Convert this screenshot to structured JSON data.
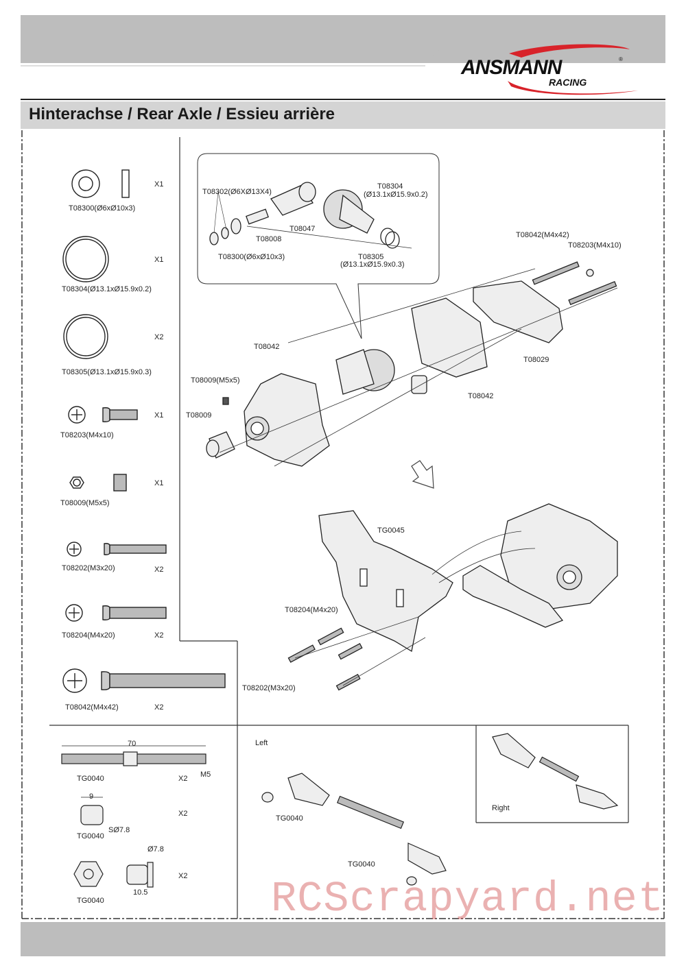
{
  "header": {
    "brand": "ANSMANN",
    "brand_sub": "RACING",
    "registered": "®",
    "title": "Hinterachse / Rear Axle / Essieu arrière"
  },
  "parts": [
    {
      "code": "T08300(Ø6xØ10x3)",
      "qty": "X1"
    },
    {
      "code": "T08304(Ø13.1xØ15.9x0.2)",
      "qty": "X1"
    },
    {
      "code": "T08305(Ø13.1xØ15.9x0.3)",
      "qty": "X2"
    },
    {
      "code": "T08203(M4x10)",
      "qty": "X1"
    },
    {
      "code": "T08009(M5x5)",
      "qty": "X1"
    },
    {
      "code": "T08202(M3x20)",
      "qty": "X2"
    },
    {
      "code": "T08204(M4x20)",
      "qty": "X2"
    },
    {
      "code": "T08042(M4x42)",
      "qty": "X2"
    }
  ],
  "inset": {
    "t08302": "T08302(Ø6XØ13X4)",
    "t08304_code": "T08304",
    "t08304_dim": "(Ø13.1xØ15.9x0.2)",
    "t08047": "T08047",
    "t08008": "T08008",
    "t08300": "T08300(Ø6xØ10x3)",
    "t08305_code": "T08305",
    "t08305_dim": "(Ø13.1xØ15.9x0.3)"
  },
  "main": {
    "t08042_m4x42": "T08042(M4x42)",
    "t08203_m4x10": "T08203(M4x10)",
    "t08042_a": "T08042",
    "t08029": "T08029",
    "t08042_b": "T08042",
    "t08009_m5x5": "T08009(M5x5)",
    "t08009": "T08009",
    "tg0045": "TG0045",
    "t08204_m4x20": "T08204(M4x20)",
    "t08202_m3x20": "T08202(M3x20)"
  },
  "turnbuckle": {
    "length": "70",
    "thread": "M5",
    "code1": "TG0040",
    "qty1": "X2",
    "ball_width": "9",
    "ball_sphere": "SØ7.8",
    "code2": "TG0040",
    "qty2": "X2",
    "end_dia": "Ø7.8",
    "end_len": "10.5",
    "code3": "TG0040",
    "qty3": "X2"
  },
  "left_assembly": {
    "title": "Left",
    "code_a": "TG0040",
    "code_b": "TG0040"
  },
  "right_assembly": {
    "title": "Right"
  },
  "watermark": "RCScrapyard.net",
  "colors": {
    "band": "#bdbdbd",
    "title_bar": "#d4d4d4",
    "logo_red": "#d8232a"
  }
}
